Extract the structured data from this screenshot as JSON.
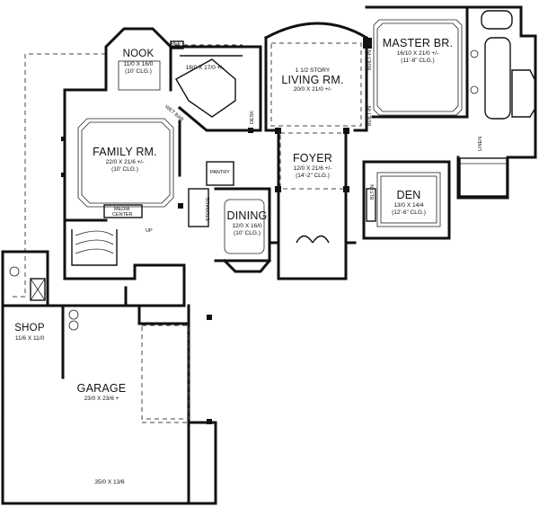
{
  "rooms": {
    "nook": {
      "name": "NOOK",
      "dims": "11/0 X 16/0",
      "clg": "(10' CLG.)"
    },
    "kitchen": {
      "dims": "18/0 X 17/0 +/-"
    },
    "living": {
      "line1": "1 1/2 STORY",
      "name": "LIVING RM.",
      "dims": "20/0 X 21/0 +/-"
    },
    "master": {
      "name": "MASTER BR.",
      "dims": "16/10 X 21/0 +/-",
      "clg": "(11'-8\" CLG.)"
    },
    "family": {
      "name": "FAMILY RM.",
      "dims": "22/0 X 21/6 +/-",
      "clg": "(10' CLG.)"
    },
    "foyer": {
      "name": "FOYER",
      "dims": "12/0 X 21/6 +/-",
      "clg": "(14'-2\" CLG.)"
    },
    "den": {
      "name": "DEN",
      "dims": "13/0 X 14/4",
      "clg": "(12'-6\" CLG.)"
    },
    "dining": {
      "name": "DINING",
      "dims": "12/0 X 16/0",
      "clg": "(10' CLG.)"
    },
    "shop": {
      "name": "SHOP",
      "dims": "11/6 X 11/0"
    },
    "garage": {
      "name": "GARAGE",
      "dims": "23/0 X 23/6 +",
      "dims2": "35/0 X 13/6"
    }
  },
  "notes": {
    "ref": "REF",
    "wet_bar": "WET BAR",
    "pantry": "PANTRY",
    "storage": "STORAGE",
    "media": "MEDIA",
    "center": "CENTER",
    "up": "UP",
    "built_in_1": "BUILT-IN",
    "built_in_2": "BUILT-IN",
    "desk": "DESK",
    "linen": "LINEN",
    "bltin": "BLT-IN"
  }
}
